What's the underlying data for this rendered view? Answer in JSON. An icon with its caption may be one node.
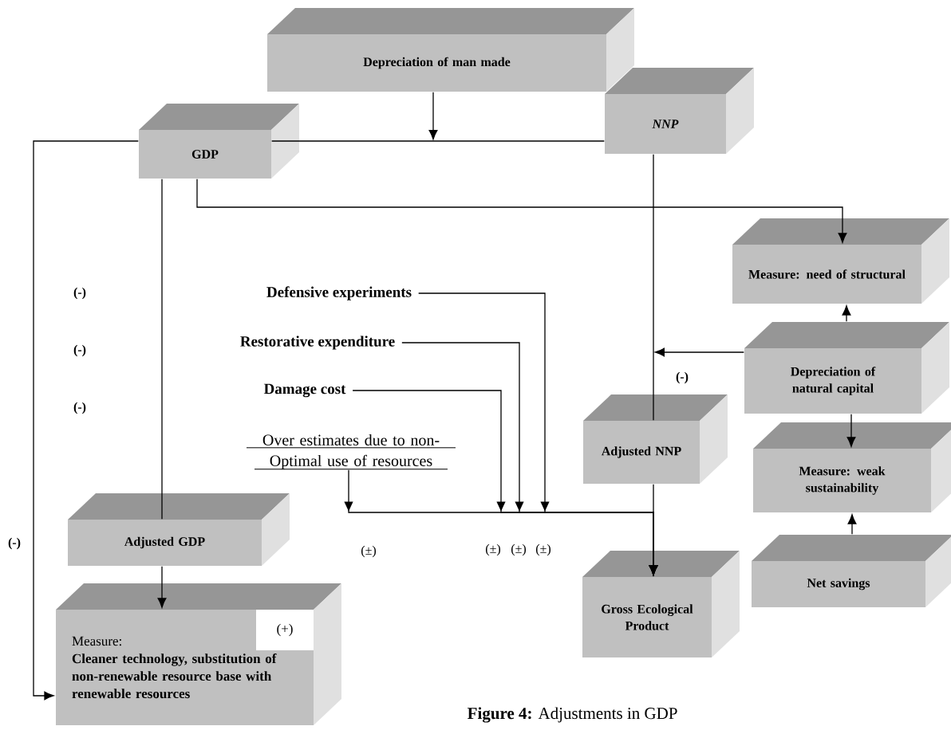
{
  "diagram": {
    "caption": "**Figure 4:** Adjustments in GDP",
    "nodes": [
      {
        "text": [
          "Depreciation of man made"
        ]
      },
      {
        "text": [
          "GDP"
        ]
      },
      {
        "text": [
          "NNP"
        ]
      },
      {
        "text": [
          "Measure: need of structural"
        ]
      },
      {
        "text": [
          "Depreciation of natural capital"
        ]
      },
      {
        "text": [
          "Measure: weak sustainability"
        ]
      },
      {
        "text": [
          "Net savings"
        ]
      },
      {
        "text": [
          "Adjusted NNP"
        ]
      },
      {
        "text": [
          "Gross Ecological Product"
        ]
      },
      {
        "text": [
          "Adjusted GDP"
        ]
      },
      {
        "text": [
          "Measure:",
          "Cleaner technology, substitution of non-renewable resource base with renewable resources"
        ]
      },
      {
        "text": [
          "(+)"
        ],
        "in": 10
      },
      {
        "text": [
          "Defensive experiments"
        ]
      },
      {
        "text": [
          "Restorative expenditure"
        ]
      },
      {
        "text": [
          "Damage cost"
        ]
      },
      {
        "text": [
          "Over estimates due to non- Optimal use of resources"
        ]
      }
    ],
    "edges": [
      {
        "from": 0,
        "to": null,
        "arrow": "to"
      },
      {
        "from": 1,
        "to": 2,
        "arrow": "none"
      },
      {
        "from": 1,
        "to": 3,
        "arrow": "to"
      },
      {
        "from": 1,
        "to": 10,
        "arrow": "to"
      },
      {
        "from": 1,
        "to": 9,
        "arrow": "none"
      },
      {
        "from": 9,
        "to": 10,
        "arrow": "to"
      },
      {
        "from": 2,
        "to": 7,
        "arrow": "none"
      },
      {
        "from": 4,
        "to": null,
        "arrow": "to"
      },
      {
        "from": 4,
        "to": 3,
        "arrow": "to"
      },
      {
        "from": 4,
        "to": 5,
        "arrow": "to"
      },
      {
        "from": 6,
        "to": 5,
        "arrow": "to"
      },
      {
        "from": 7,
        "to": 8,
        "arrow": "to"
      },
      {
        "from": 12,
        "to": 8,
        "arrow": "to"
      },
      {
        "from": 13,
        "to": 8,
        "arrow": "to"
      },
      {
        "from": 14,
        "to": 8,
        "arrow": "to"
      },
      {
        "from": 15,
        "to": 8,
        "arrow": "to"
      }
    ],
    "labels": [
      "(-)",
      "(-)",
      "(-)",
      "(-)",
      "(-)",
      "(±)",
      "(±)",
      "(±)",
      "(±)"
    ]
  }
}
